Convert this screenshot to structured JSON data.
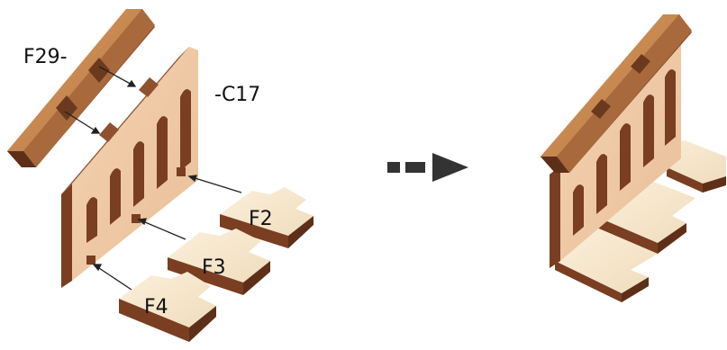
{
  "labels": {
    "top_beam": "F29-",
    "wall": "-C17",
    "floor_upper": "F2",
    "floor_middle": "F3",
    "floor_lower": "F4"
  },
  "colors": {
    "wood_top": "#c98a52",
    "wood_side": "#8e5230",
    "wood_dark": "#5e2f18",
    "wall_face": "#f0c9a6",
    "floor_top": "#f6e8cf",
    "floor_edge": "#7a3e22",
    "arrow": "#333333"
  },
  "icons": {
    "transition_arrow": "dashed-right-arrow-icon"
  }
}
